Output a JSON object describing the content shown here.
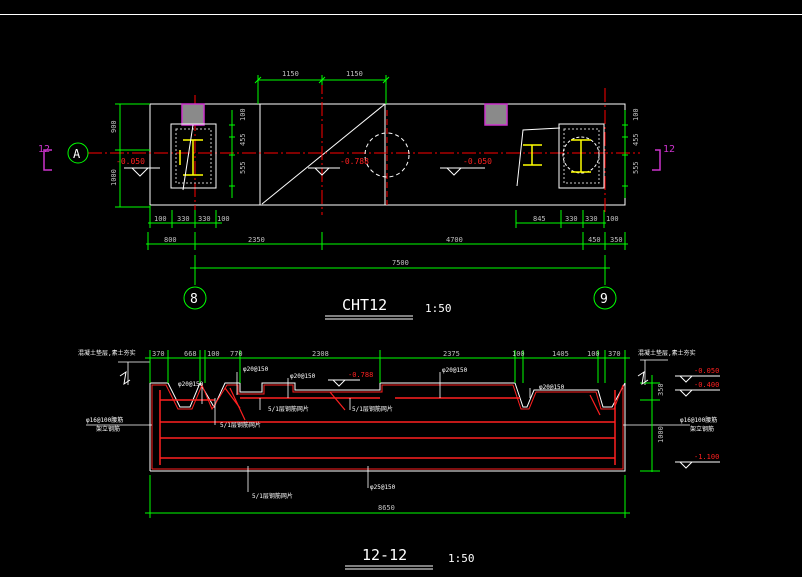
{
  "plan": {
    "title": "CHT12",
    "scale": "1:50",
    "grid_axis_row": "A",
    "grid_axis_left": "8",
    "grid_axis_right": "9",
    "section_mark_left": "12",
    "section_mark_right": "12",
    "dims_top": [
      "1150",
      "1150"
    ],
    "dims_left": [
      "900",
      "1000"
    ],
    "dims_left_col": [
      "100",
      "455",
      "555"
    ],
    "dims_right_col": [
      "100",
      "455",
      "555"
    ],
    "dims_bottom_left": [
      "100",
      "330",
      "330",
      "100"
    ],
    "dims_bottom_right": [
      "845",
      "330",
      "330",
      "100"
    ],
    "dims_bottom_row2": [
      "800",
      "2350",
      "4700",
      "450",
      "350"
    ],
    "dim_total": "7500",
    "elev_left": "-0.050",
    "elev_mid": "-0.788",
    "elev_right": "-0.050"
  },
  "section": {
    "title": "12-12",
    "scale": "1:50",
    "dims_top": [
      "370",
      "668",
      "100",
      "770",
      "2308",
      "2375",
      "100",
      "1405",
      "100",
      "370"
    ],
    "dim_total": "8650",
    "dim_right_a": "350",
    "dim_right_b": "1000",
    "elev_top": "-0.050",
    "elev_mid": "-0.400",
    "elev_bottom": "-1.100",
    "elev_inner": "-0.788",
    "note_left_top": "混凝土垫层,素土夯实",
    "note_right_top": "混凝土垫层,素土夯实",
    "rebar_top_1": "φ20@150",
    "rebar_top_2": "φ20@150",
    "rebar_top_3": "φ20@150",
    "rebar_top_4": "φ20@150",
    "rebar_top_5": "φ20@150",
    "rebar_bottom": "φ25@150",
    "note_mid_1": "5/1层钢筋网片",
    "note_mid_2": "5/1层钢筋网片",
    "note_mid_3": "5/1层钢筋网片",
    "note_bottom": "5/1层钢筋网片",
    "side_left": "φ16@100腰筋",
    "side_left_2": "架立钢筋",
    "side_right": "φ16@100腰筋",
    "side_right_2": "架立钢筋"
  },
  "colors": {
    "dimension": "#00ff00",
    "outline": "#ffffff",
    "rebar": "#ff2020",
    "grid_line": "#ff0000",
    "steel": "#ffff00",
    "marker": "#cc33cc",
    "pad": "#888888",
    "text_gray": "#c0c0c0"
  }
}
